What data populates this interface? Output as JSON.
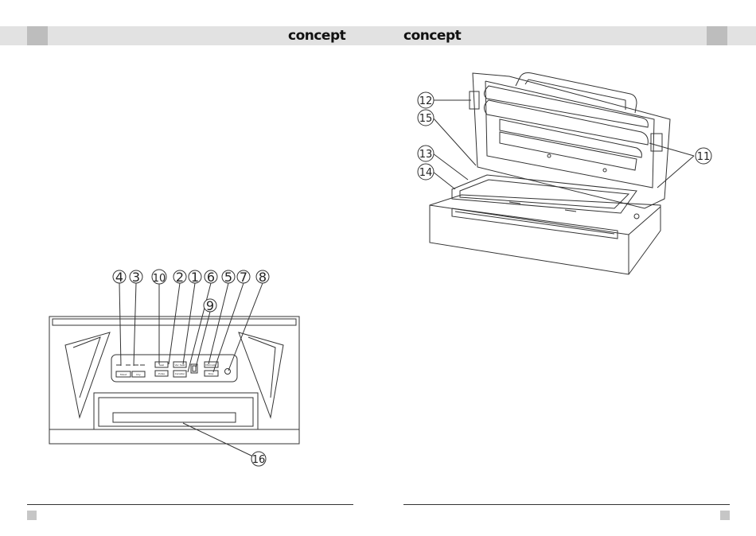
{
  "header": {
    "brand_left": "concept",
    "brand_right": "concept"
  },
  "front_diagram": {
    "callouts": [
      "4",
      "3",
      "10",
      "2",
      "1",
      "6",
      "5",
      "7",
      "8",
      "9",
      "16"
    ],
    "buttons": [
      "Moist",
      "Dry",
      "Seal",
      "Pulse",
      "Vac Seal",
      "Canister",
      "Marinate",
      "Stop"
    ]
  },
  "side_diagram": {
    "callouts": [
      "12",
      "15",
      "13",
      "14",
      "11"
    ]
  }
}
